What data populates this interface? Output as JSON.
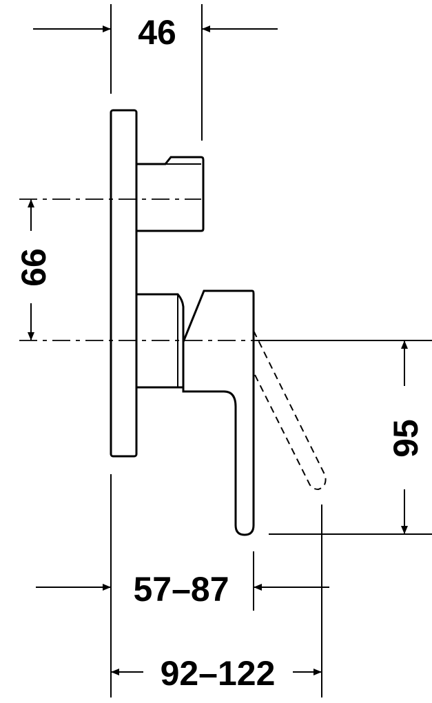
{
  "dimensions": {
    "depth_valve": "46",
    "spacing_centers": "66",
    "lever_height": "95",
    "install_range_body": "57–87",
    "install_range_total": "92–122"
  },
  "colors": {
    "line": "#000000",
    "background": "#ffffff"
  }
}
